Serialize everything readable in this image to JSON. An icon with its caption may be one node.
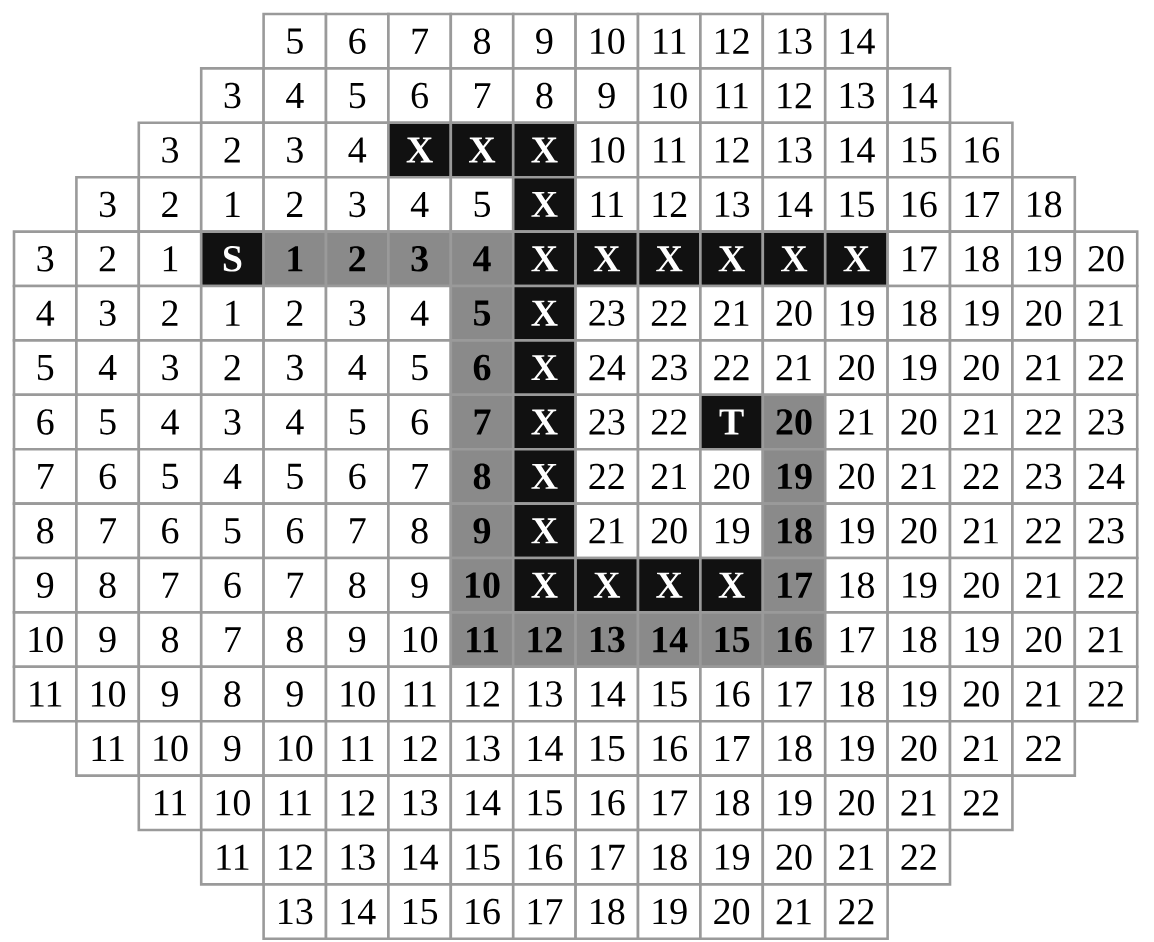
{
  "diagram": {
    "labels": [
      "5",
      "6",
      "7",
      "8",
      "9",
      "10",
      "11",
      "12",
      "13",
      "14",
      "3",
      "4",
      "5",
      "6",
      "7",
      "8",
      "9",
      "10",
      "11",
      "12",
      "13",
      "14",
      "3",
      "2",
      "3",
      "4",
      "X",
      "X",
      "X",
      "10",
      "11",
      "12",
      "13",
      "14",
      "15",
      "16",
      "3",
      "2",
      "1",
      "2",
      "3",
      "4",
      "5",
      "X",
      "11",
      "12",
      "13",
      "14",
      "15",
      "16",
      "17",
      "18",
      "3",
      "2",
      "1",
      "S",
      "1",
      "2",
      "3",
      "4",
      "X",
      "X",
      "X",
      "X",
      "X",
      "X",
      "17",
      "18",
      "19",
      "20",
      "4",
      "3",
      "2",
      "1",
      "2",
      "3",
      "4",
      "5",
      "X",
      "23",
      "22",
      "21",
      "20",
      "19",
      "18",
      "19",
      "20",
      "21",
      "5",
      "4",
      "3",
      "2",
      "3",
      "4",
      "5",
      "6",
      "X",
      "24",
      "23",
      "22",
      "21",
      "20",
      "19",
      "20",
      "21",
      "22",
      "6",
      "5",
      "4",
      "3",
      "4",
      "5",
      "6",
      "7",
      "X",
      "23",
      "22",
      "T",
      "20",
      "21",
      "20",
      "21",
      "22",
      "23",
      "7",
      "6",
      "5",
      "4",
      "5",
      "6",
      "7",
      "8",
      "X",
      "22",
      "21",
      "20",
      "19",
      "20",
      "21",
      "22",
      "23",
      "24",
      "8",
      "7",
      "6",
      "5",
      "6",
      "7",
      "8",
      "9",
      "X",
      "21",
      "20",
      "19",
      "18",
      "19",
      "20",
      "21",
      "22",
      "23",
      "9",
      "8",
      "7",
      "6",
      "7",
      "8",
      "9",
      "10",
      "X",
      "X",
      "X",
      "X",
      "17",
      "18",
      "19",
      "20",
      "21",
      "22",
      "10",
      "9",
      "8",
      "7",
      "8",
      "9",
      "10",
      "11",
      "12",
      "13",
      "14",
      "15",
      "16",
      "17",
      "18",
      "19",
      "20",
      "21",
      "11",
      "10",
      "9",
      "8",
      "9",
      "10",
      "11",
      "12",
      "13",
      "14",
      "15",
      "16",
      "17",
      "18",
      "19",
      "20",
      "21",
      "22",
      "11",
      "10",
      "9",
      "10",
      "11",
      "12",
      "13",
      "14",
      "15",
      "16",
      "17",
      "18",
      "19",
      "20",
      "21",
      "22",
      "11",
      "10",
      "11",
      "12",
      "13",
      "14",
      "15",
      "16",
      "17",
      "18",
      "19",
      "20",
      "21",
      "22",
      "11",
      "12",
      "13",
      "14",
      "15",
      "16",
      "17",
      "18",
      "19",
      "20",
      "21",
      "22",
      "13",
      "14",
      "15",
      "16",
      "17",
      "18",
      "19",
      "20",
      "21",
      "22"
    ]
  }
}
